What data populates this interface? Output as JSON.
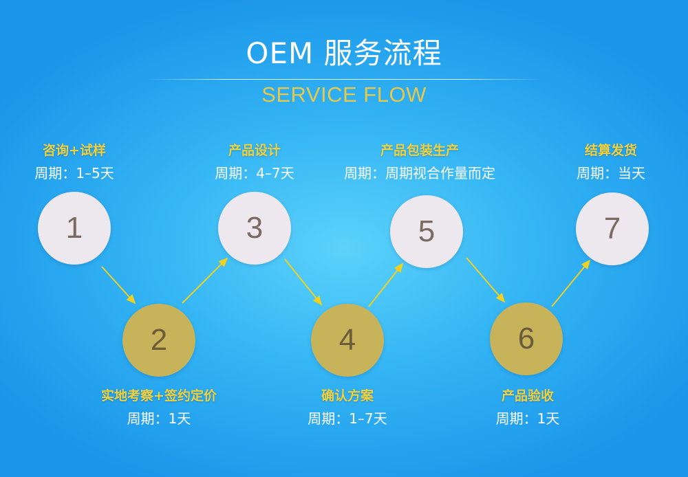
{
  "header": {
    "title": "OEM 服务流程",
    "subtitle": "SERVICE FLOW"
  },
  "steps": [
    {
      "number": "1",
      "name": "咨询+试样",
      "period": "周期：1–5天"
    },
    {
      "number": "2",
      "name": "实地考察+签约定价",
      "period": "周期：1天"
    },
    {
      "number": "3",
      "name": "产品设计",
      "period": "周期：4–7天"
    },
    {
      "number": "4",
      "name": "确认方案",
      "period": "周期：1–7天"
    },
    {
      "number": "5",
      "name": "产品包装生产",
      "period": "周期：周期视合作量而定"
    },
    {
      "number": "6",
      "name": "产品验收",
      "period": "周期：1天"
    },
    {
      "number": "7",
      "name": "结算发货",
      "period": "周期：当天"
    }
  ],
  "colors": {
    "light_circle": "#ede8ee",
    "gold_circle": "#c6b35a",
    "step_name": "#f2d03a",
    "arrow": "#f0d020",
    "subtitle": "#e8c84a"
  }
}
